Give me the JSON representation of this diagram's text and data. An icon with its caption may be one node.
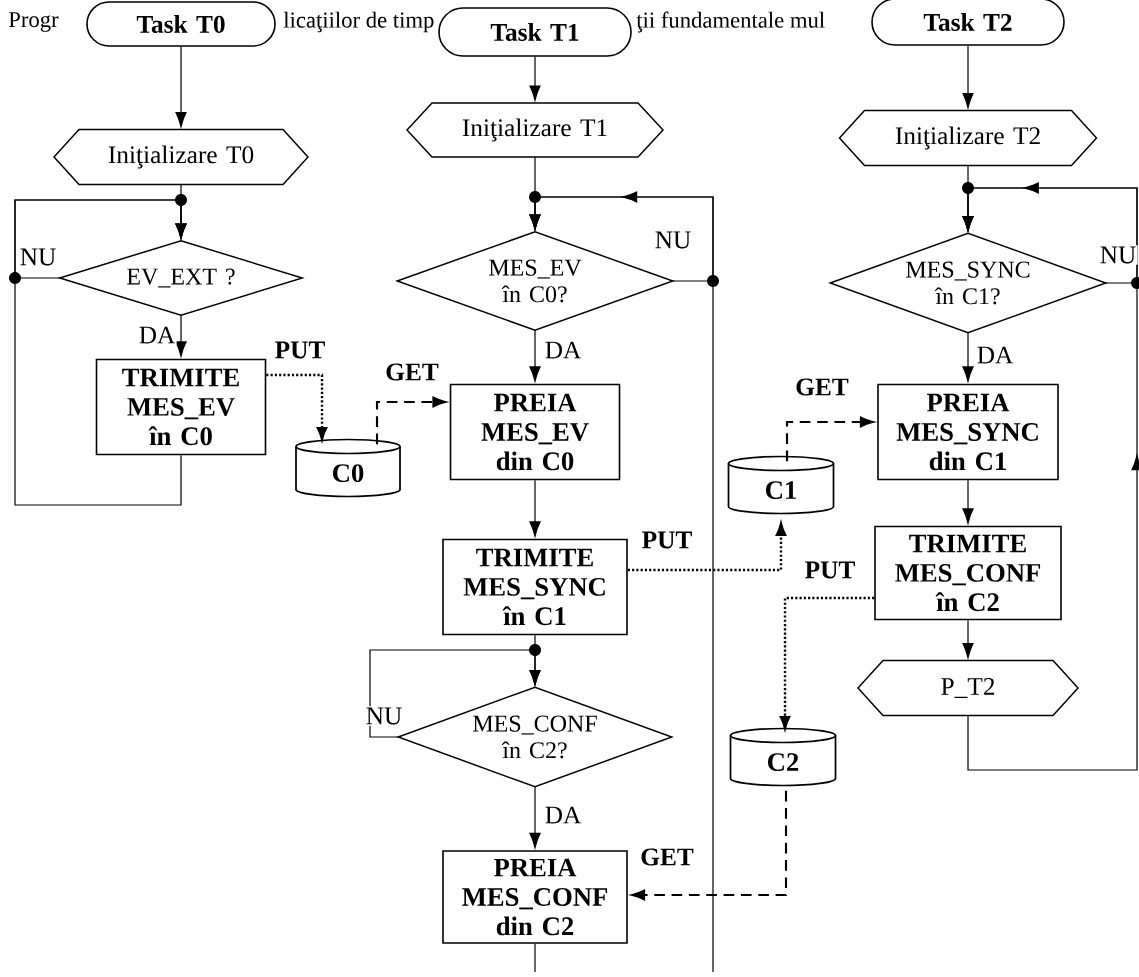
{
  "diagram": {
    "nodes": [
      {
        "text": [
          "Task T0"
        ]
      },
      {
        "text": [
          "Iniţializare T0"
        ]
      },
      {
        "text": [
          "EV_EXT ?"
        ]
      },
      {
        "text": [
          "TRIMITE MES_EV în C0"
        ]
      },
      {
        "text": [
          "C0"
        ]
      },
      {
        "text": [
          "Task T1"
        ]
      },
      {
        "text": [
          "Iniţializare T1"
        ]
      },
      {
        "text": [
          "MES_EV în C0?"
        ]
      },
      {
        "text": [
          "PREIA MES_EV din C0"
        ]
      },
      {
        "text": [
          "TRIMITE MES_SYNC în C1"
        ]
      },
      {
        "text": [
          "MES_CONF în C2?"
        ]
      },
      {
        "text": [
          "PREIA MES_CONF din C2"
        ]
      },
      {
        "text": [
          "Task T2"
        ]
      },
      {
        "text": [
          "Iniţializare T2"
        ]
      },
      {
        "text": [
          "MES_SYNC în C1?"
        ]
      },
      {
        "text": [
          "PREIA MES_SYNC din C1"
        ]
      },
      {
        "text": [
          "C1"
        ]
      },
      {
        "text": [
          "TRIMITE MES_CONF în C2"
        ]
      },
      {
        "text": [
          "P_T2"
        ]
      },
      {
        "text": [
          "C2"
        ]
      }
    ],
    "edges": [
      {
        "from": 0,
        "to": 1,
        "arrow": "to"
      },
      {
        "from": 1,
        "to": 2,
        "arrow": "to"
      },
      {
        "from": 2,
        "to": 3,
        "arrow": "to",
        "label": "DA"
      },
      {
        "from": 2,
        "to": 2,
        "arrow": "to",
        "label": "NU"
      },
      {
        "from": 3,
        "to": 2,
        "arrow": "to"
      },
      {
        "from": 3,
        "to": 4,
        "arrow": "to",
        "label": "PUT",
        "style": "dashed"
      },
      {
        "from": 4,
        "to": 8,
        "arrow": "to",
        "label": "GET",
        "style": "dashed"
      },
      {
        "from": 5,
        "to": 6,
        "arrow": "to"
      },
      {
        "from": 6,
        "to": 7,
        "arrow": "to"
      },
      {
        "from": 7,
        "to": 8,
        "arrow": "to",
        "label": "DA"
      },
      {
        "from": 7,
        "to": 7,
        "arrow": "to",
        "label": "NU"
      },
      {
        "from": null,
        "to": 7,
        "arrow": "to"
      },
      {
        "from": 8,
        "to": 9,
        "arrow": "to"
      },
      {
        "from": 9,
        "to": 10,
        "arrow": "to"
      },
      {
        "from": 10,
        "to": 11,
        "arrow": "to",
        "label": "DA"
      },
      {
        "from": 10,
        "to": 10,
        "arrow": "to",
        "label": "NU"
      },
      {
        "from": 11,
        "to": null,
        "arrow": "none"
      },
      {
        "from": 9,
        "to": 16,
        "arrow": "to",
        "label": "PUT",
        "style": "dashed"
      },
      {
        "from": 12,
        "to": 13,
        "arrow": "to"
      },
      {
        "from": 13,
        "to": 14,
        "arrow": "to"
      },
      {
        "from": 14,
        "to": 15,
        "arrow": "to",
        "label": "DA"
      },
      {
        "from": 14,
        "to": 14,
        "arrow": "to",
        "label": "NU"
      },
      {
        "from": 15,
        "to": 17,
        "arrow": "to"
      },
      {
        "from": 17,
        "to": 18,
        "arrow": "to"
      },
      {
        "from": 18,
        "to": 14,
        "arrow": "to"
      },
      {
        "from": 16,
        "to": 15,
        "arrow": "to",
        "label": "GET",
        "style": "dashed"
      },
      {
        "from": 17,
        "to": 19,
        "arrow": "to",
        "label": "PUT",
        "style": "dashed"
      },
      {
        "from": 19,
        "to": 11,
        "arrow": "to",
        "label": "GET",
        "style": "dashed"
      }
    ],
    "labels": [
      "Progr",
      "licaţiilor de timp",
      "ţii fundamentale mul"
    ]
  }
}
